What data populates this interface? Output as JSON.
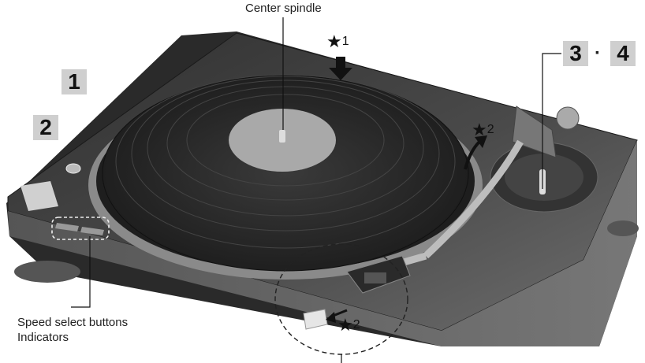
{
  "labels": {
    "center_spindle": "Center spindle",
    "speed_buttons": "Speed select buttons",
    "indicators": "Indicators"
  },
  "callouts": {
    "n1": "1",
    "n2": "2",
    "n3": "3",
    "n4": "4",
    "sep": "·"
  },
  "notes": {
    "star_symbol": "★",
    "star1_num": "1",
    "star2_num": "2"
  },
  "colors": {
    "body_dark": "#3c3c3c",
    "record": "#2b2b2b",
    "label_center": "#a9a9a9",
    "callout_box": "#cfcfcf"
  }
}
